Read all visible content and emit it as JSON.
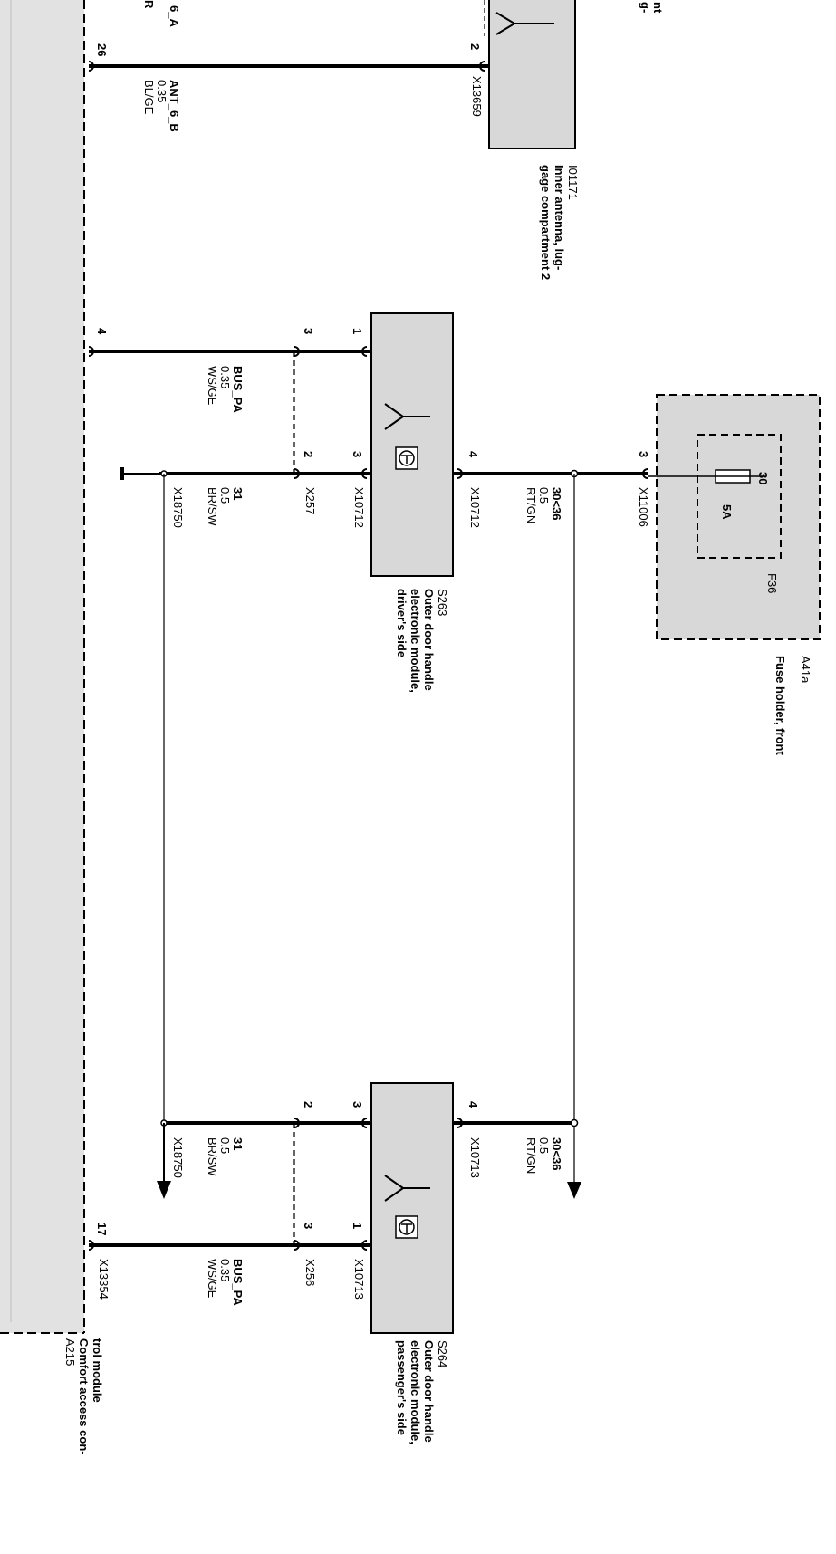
{
  "components": {
    "comfort_module": {
      "id": "A215",
      "name_lines": [
        "Comfort access con-",
        "trol module"
      ]
    },
    "inner_antenna": {
      "id": "I01171",
      "name_lines": [
        "Inner antenna, lug-",
        "gage compartment 2"
      ],
      "partial_label_top": "g-",
      "partial_label_top2": "nt"
    },
    "handle_driver": {
      "id": "S263",
      "name_lines": [
        "Outer door handle",
        "electronic module,",
        "driver's side"
      ]
    },
    "handle_passenger": {
      "id": "S264",
      "name_lines": [
        "Outer door handle",
        "electronic module,",
        "passenger's side"
      ]
    },
    "fuse_holder": {
      "id": "A41a",
      "name": "Fuse holder, front",
      "fuse_id": "F36",
      "fuse_rating": "5A",
      "fuse_terminal": "30"
    }
  },
  "connectors": {
    "x13659": "X13659",
    "x10712_a": "X10712",
    "x10712_b": "X10712",
    "x11006": "X11006",
    "x257": "X257",
    "x18750_a": "X18750",
    "x10713_a": "X10713",
    "x10713_b": "X10713",
    "x18750_b": "X18750",
    "x256": "X256",
    "x13354": "X13354"
  },
  "pins": {
    "module_26": "26",
    "module_4": "4",
    "module_17": "17",
    "antenna_2": "2",
    "drv_1": "1",
    "drv_3_low": "3",
    "drv_3_top": "3",
    "drv_4": "4",
    "x257_3": "3",
    "x257_2": "2",
    "fuse_3": "3",
    "pas_3": "3",
    "pas_1": "1",
    "pas_4": "4",
    "x256_2": "2",
    "x256_3": "3"
  },
  "wires": {
    "ant_b": [
      "ANT_6_B",
      "0.35",
      "BL/GE"
    ],
    "ant_a_partial": [
      "6_A",
      "R"
    ],
    "bus_drv": [
      "BUS_PA",
      "0.35",
      "WS/GE"
    ],
    "gnd_drv": [
      "31",
      "0.5",
      "BR/SW"
    ],
    "pwr_drv": [
      "30<36",
      "0.5",
      "RT/GN"
    ],
    "gnd_pas": [
      "31",
      "0.5",
      "BR/SW"
    ],
    "pwr_pas": [
      "30<36",
      "0.5",
      "RT/GN"
    ],
    "bus_pas": [
      "BUS_PA",
      "0.35",
      "WS/GE"
    ]
  }
}
